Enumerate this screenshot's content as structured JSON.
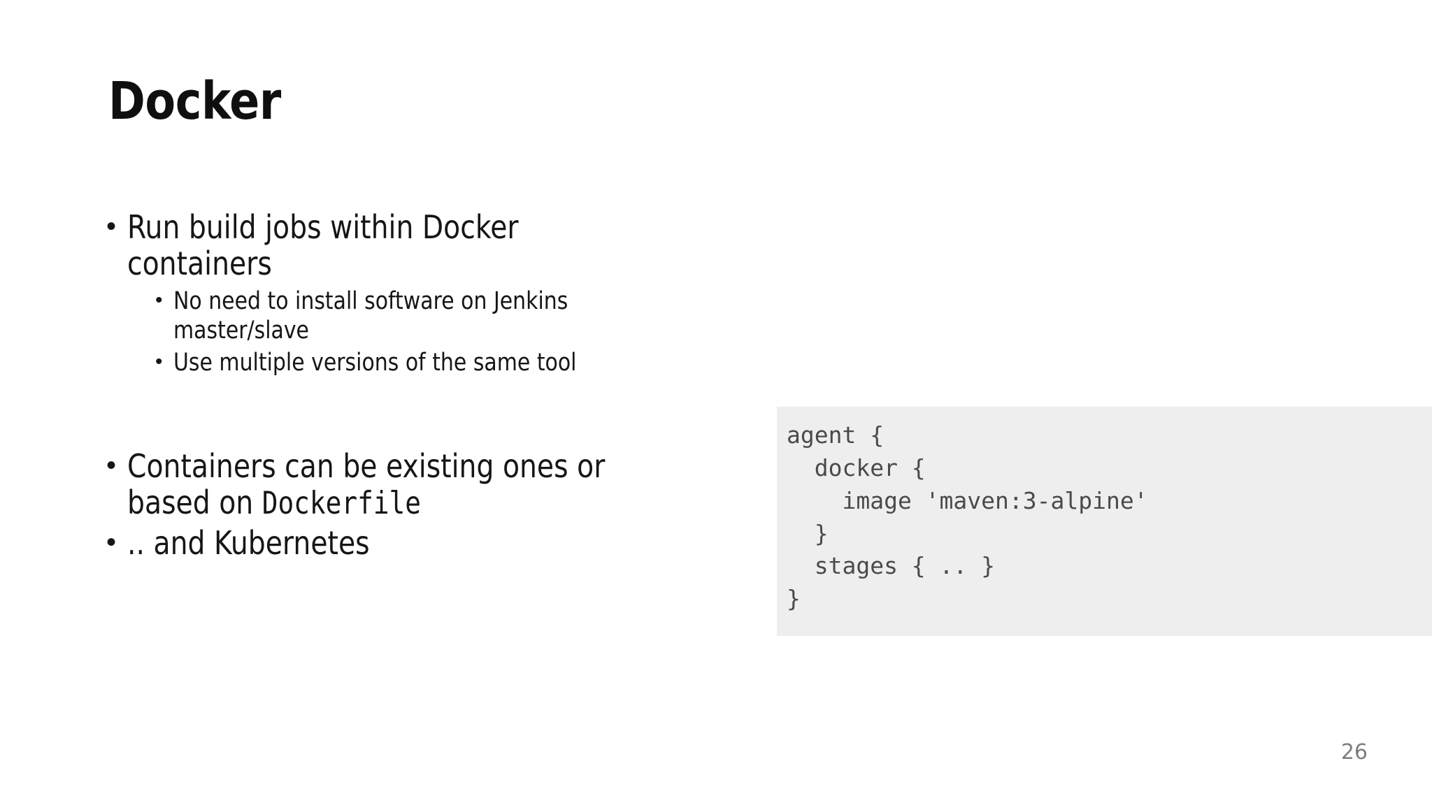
{
  "slide": {
    "title": "Docker",
    "page_number": "26",
    "colors": {
      "background": "#ffffff",
      "title_text": "#0f0f0f",
      "body_text": "#161616",
      "code_background": "#efeeee",
      "code_text": "#4a4a4a",
      "page_number_text": "#7d7d7d"
    },
    "bullet_glyph": "•",
    "groups": [
      {
        "items": [
          {
            "level": 1,
            "text": "Run build jobs within Docker containers"
          },
          {
            "level": 2,
            "text": "No need to install software on Jenkins master/slave"
          },
          {
            "level": 2,
            "text": "Use multiple versions of the same tool"
          }
        ]
      },
      {
        "items": [
          {
            "level": 1,
            "text_before": "Containers can be existing ones or based on ",
            "mono": "Dockerfile",
            "text_after": ""
          },
          {
            "level": 1,
            "text": ".. and Kubernetes"
          }
        ]
      }
    ],
    "code_block": {
      "language": "groovy",
      "lines": [
        "agent {",
        "  docker {",
        "    image 'maven:3-alpine'",
        "  }",
        "  stages { .. }",
        "}"
      ],
      "content": "agent {\n  docker {\n    image 'maven:3-alpine'\n  }\n  stages { .. }\n}"
    }
  }
}
